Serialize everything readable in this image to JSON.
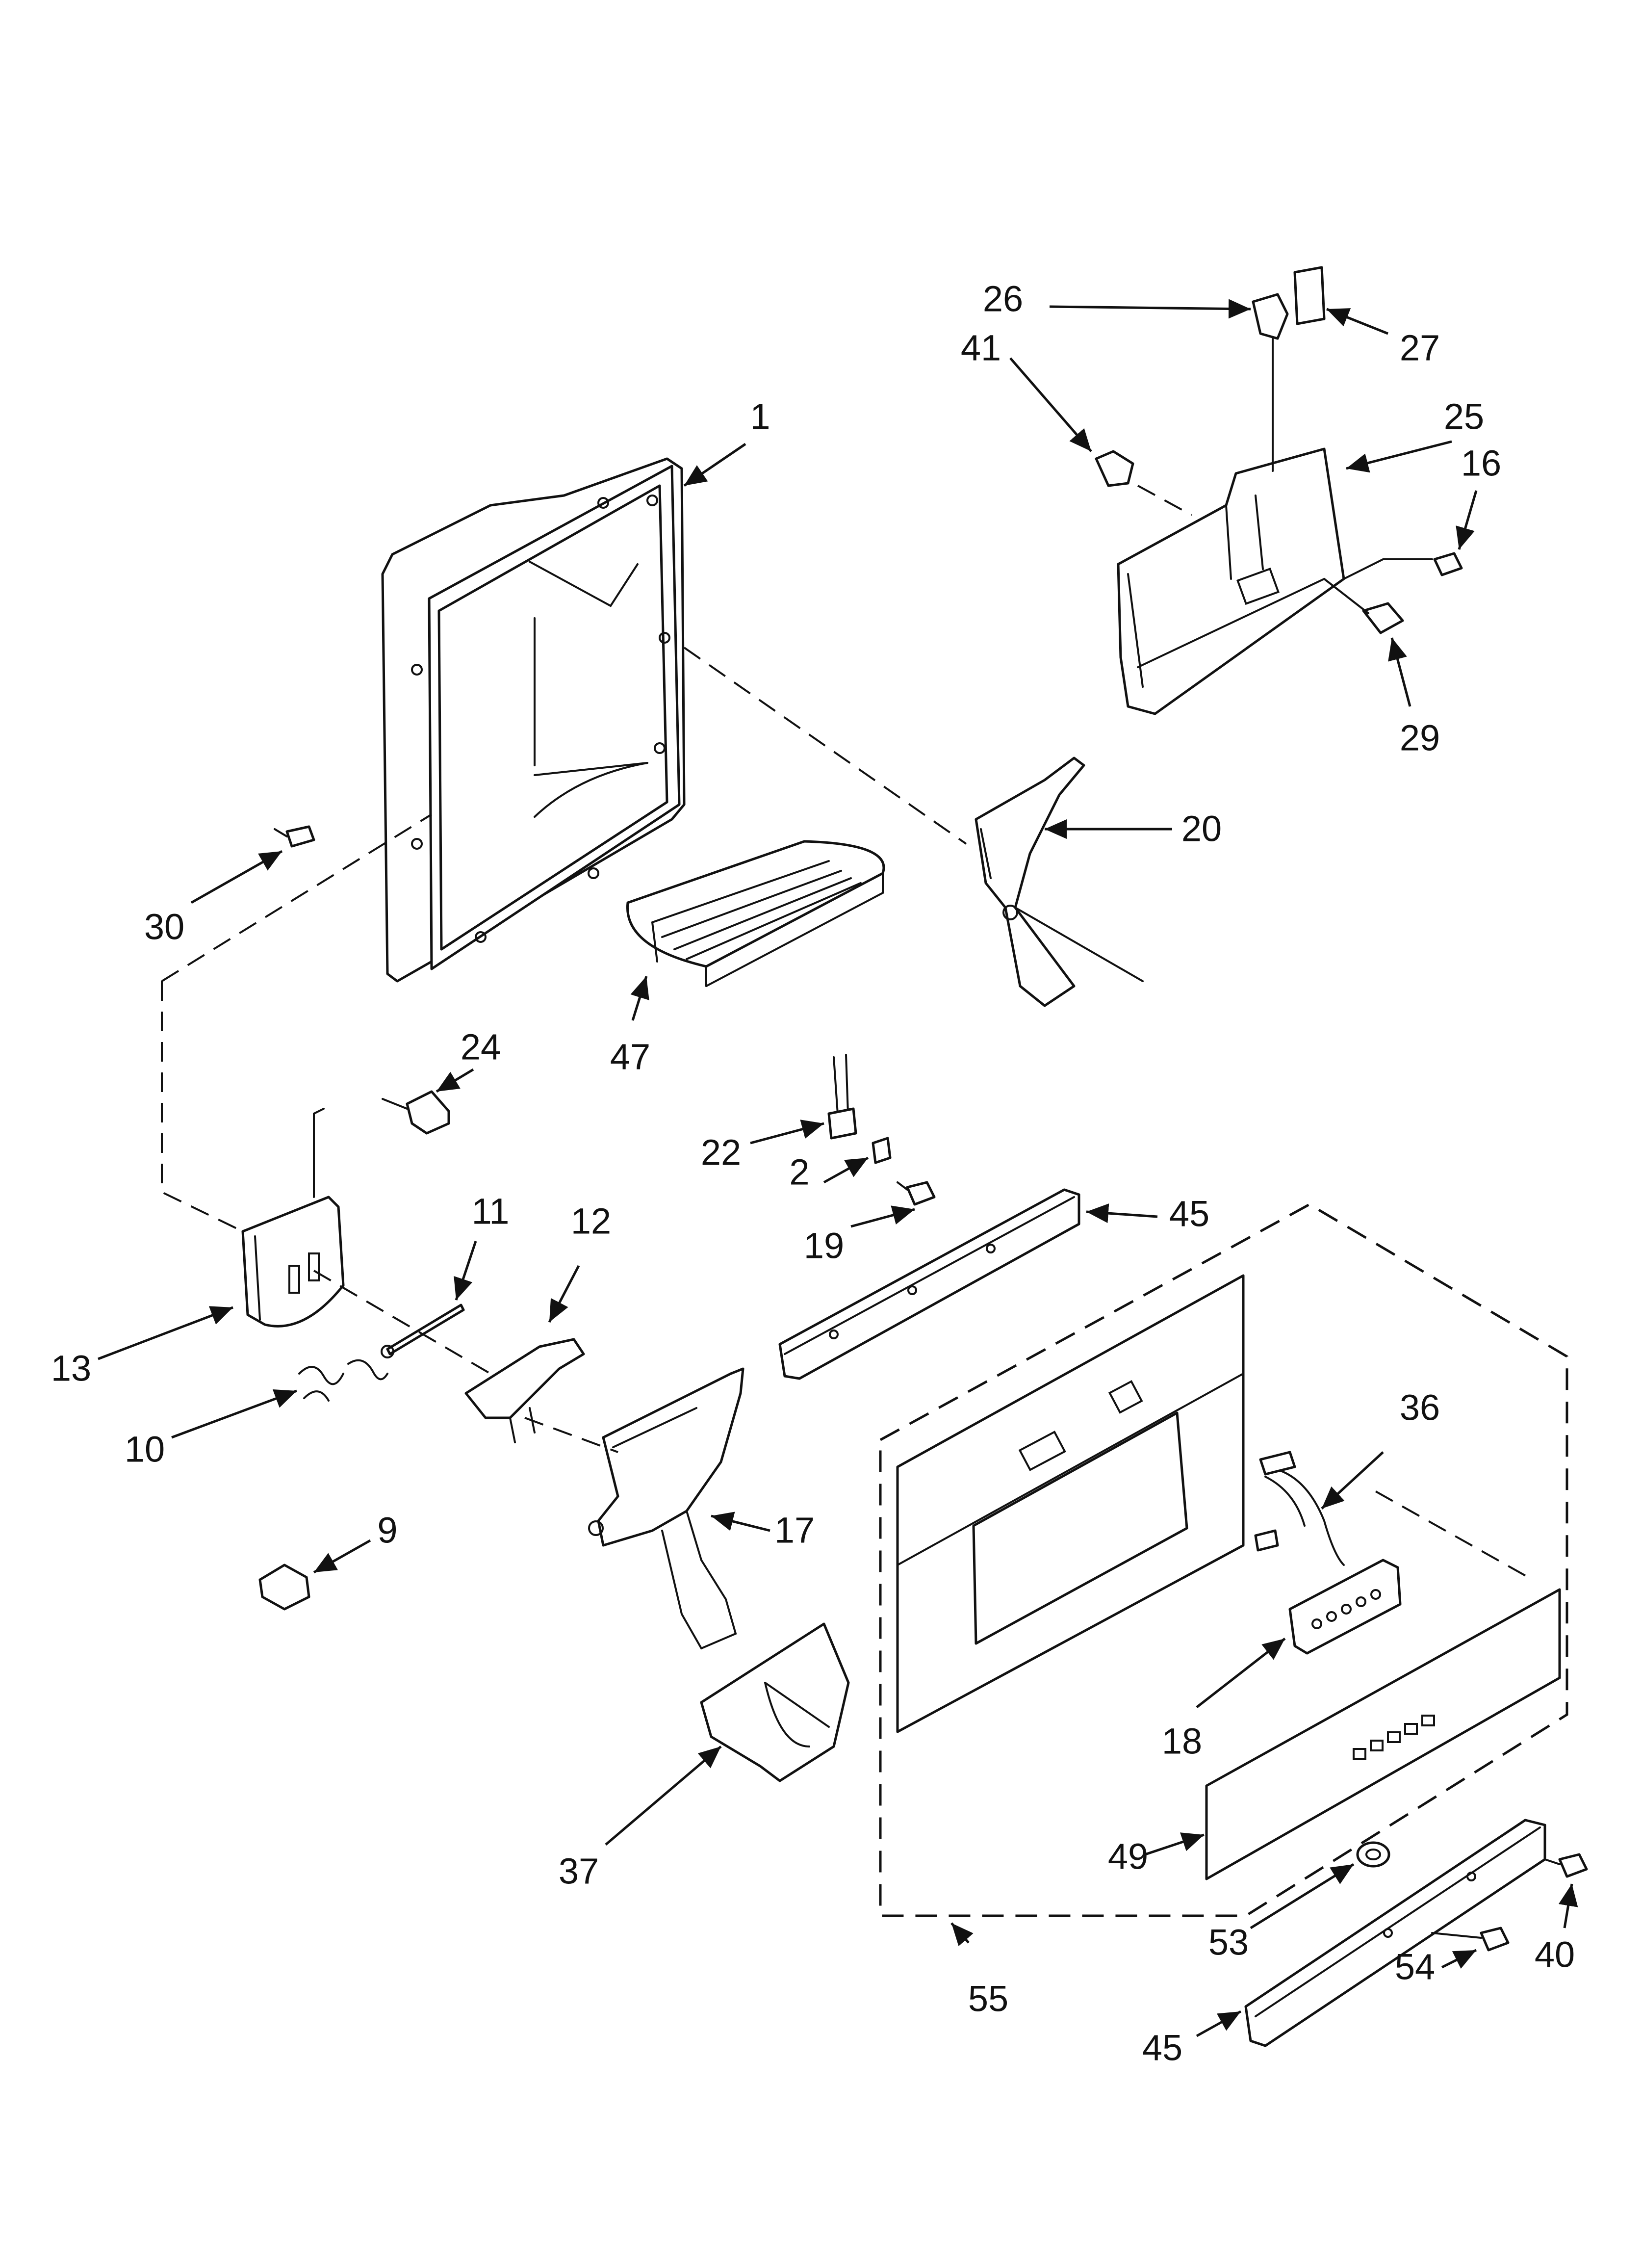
{
  "callouts": {
    "c1": "1",
    "c2": "2",
    "c9": "9",
    "c10": "10",
    "c11": "11",
    "c12": "12",
    "c13": "13",
    "c16": "16",
    "c17": "17",
    "c18": "18",
    "c19": "19",
    "c20": "20",
    "c22": "22",
    "c24": "24",
    "c25": "25",
    "c26": "26",
    "c27": "27",
    "c29": "29",
    "c30": "30",
    "c36": "36",
    "c37": "37",
    "c40": "40",
    "c41": "41",
    "c45a": "45",
    "c45b": "45",
    "c47": "47",
    "c49": "49",
    "c53": "53",
    "c54": "54",
    "c55": "55"
  },
  "colors": {
    "line": "#111111",
    "background": "#ffffff"
  }
}
